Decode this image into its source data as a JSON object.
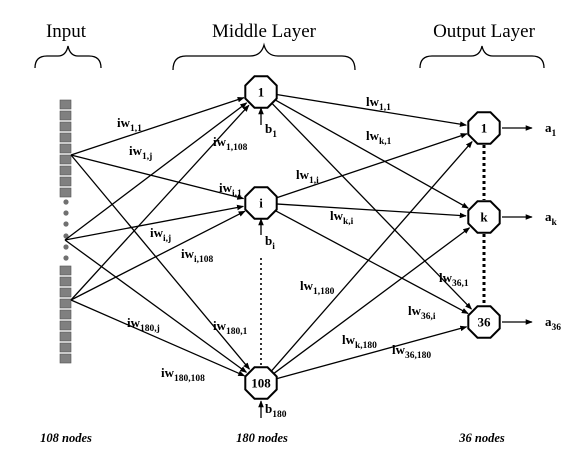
{
  "headers": {
    "input": "Input",
    "middle": "Middle Layer",
    "output": "Output Layer"
  },
  "footers": {
    "input": "108 nodes",
    "middle": "180 nodes",
    "output": "36 nodes"
  },
  "middle_nodes": [
    "1",
    "i",
    "108"
  ],
  "output_nodes": [
    "1",
    "k",
    "36"
  ],
  "input_weights": [
    {
      "base": "iw",
      "sub": "1,1"
    },
    {
      "base": "iw",
      "sub": "1,j"
    },
    {
      "base": "iw",
      "sub": "1,108"
    },
    {
      "base": "iw",
      "sub": "i,1"
    },
    {
      "base": "iw",
      "sub": "i,j"
    },
    {
      "base": "iw",
      "sub": "i,108"
    },
    {
      "base": "iw",
      "sub": "180,j"
    },
    {
      "base": "iw",
      "sub": "180,1"
    },
    {
      "base": "iw",
      "sub": "180,108"
    }
  ],
  "biases": [
    {
      "base": "b",
      "sub": "1"
    },
    {
      "base": "b",
      "sub": "i"
    },
    {
      "base": "b",
      "sub": "180"
    }
  ],
  "layer_weights": [
    {
      "base": "lw",
      "sub": "1,1"
    },
    {
      "base": "lw",
      "sub": "k,1"
    },
    {
      "base": "lw",
      "sub": "1,i"
    },
    {
      "base": "lw",
      "sub": "k,i"
    },
    {
      "base": "lw",
      "sub": "36,1"
    },
    {
      "base": "lw",
      "sub": "1,180"
    },
    {
      "base": "lw",
      "sub": "36,i"
    },
    {
      "base": "lw",
      "sub": "k,180"
    },
    {
      "base": "lw",
      "sub": "36,180"
    }
  ],
  "outputs": [
    {
      "base": "a",
      "sub": "1"
    },
    {
      "base": "a",
      "sub": "k"
    },
    {
      "base": "a",
      "sub": "36"
    }
  ]
}
